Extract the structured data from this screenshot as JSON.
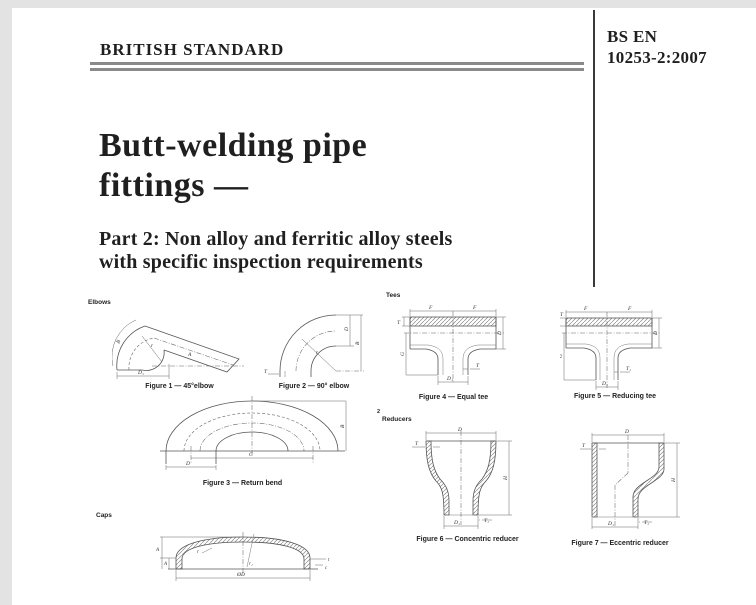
{
  "header": {
    "left_title": "BRITISH STANDARD",
    "doc_number_line1": "BS EN",
    "doc_number_line2": "10253-2:2007"
  },
  "title": {
    "line1": "Butt-welding pipe",
    "line2": "fittings —",
    "subtitle_line1": "Part 2: Non alloy and ferritic alloy steels",
    "subtitle_line2": "with specific inspection requirements"
  },
  "sections": {
    "elbows": "Elbows",
    "tees": "Tees",
    "reducers": "Reducers",
    "reducers_mark": "2",
    "caps": "Caps"
  },
  "figures": {
    "fig1": {
      "caption": "Figure 1 — 45°elbow",
      "labels": {
        "b": "B",
        "r": "r",
        "a": "A",
        "d1": "D₁"
      }
    },
    "fig2": {
      "caption": "Figure 2 — 90° elbow",
      "labels": {
        "d": "D",
        "b": "B",
        "r": "r",
        "t": "T"
      }
    },
    "fig3": {
      "caption": "Figure 3 — Return bend",
      "labels": {
        "d": "D",
        "c": "C",
        "b": "B"
      }
    },
    "fig4": {
      "caption": "Figure 4 — Equal tee",
      "labels": {
        "f1": "F",
        "f2": "F",
        "t_top": "T",
        "g": "G",
        "d": "D",
        "t_bottom": "T",
        "d1": "D₁"
      }
    },
    "fig5": {
      "caption": "Figure 5 — Reducing tee",
      "labels": {
        "f1": "F",
        "f2": "F",
        "t_top": "T",
        "g": "G",
        "d": "D",
        "t1": "T₁",
        "d1": "D₁"
      }
    },
    "fig6": {
      "caption": "Figure 6 — Concentric reducer",
      "labels": {
        "d": "D",
        "t": "T",
        "h": "H",
        "t1": "T₁",
        "d1": "D₁"
      }
    },
    "fig7": {
      "caption": "Figure 7 — Eccentric reducer",
      "labels": {
        "d": "D",
        "t": "T",
        "h": "H",
        "t1": "T₁",
        "d1": "D₁"
      }
    },
    "cap": {
      "labels": {
        "a1": "A",
        "a2": "A",
        "t": "t",
        "c": "c",
        "r": "r",
        "r1": "r₁",
        "dia": "ØD"
      }
    }
  },
  "colors": {
    "page_bg": "#ffffff",
    "outer_bg": "#e3e3e3",
    "ink": "#1f1f1f",
    "rule_gray": "#8a8a8a",
    "line": "#555555"
  }
}
